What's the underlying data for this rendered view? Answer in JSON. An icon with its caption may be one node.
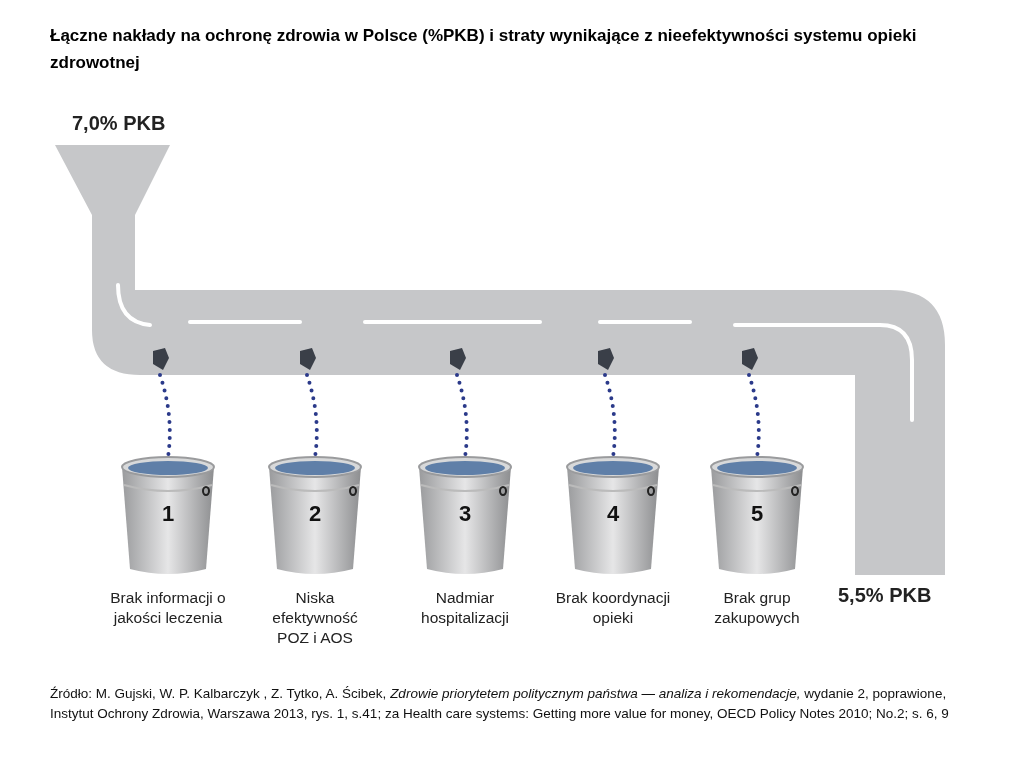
{
  "diagram": {
    "title": "Łączne nakłady na ochronę zdrowia w Polsce (%PKB) i straty wynikające z nieefektywności systemu opieki zdrowotnej",
    "caption": "Źródło: M. Gujski, W. P. Kalbarczyk , Z. Tytko, A. Ścibek, *Zdrowie priorytetem politycznym państwa — analiza i rekomendacje,* wydanie 2, poprawione, Instytut Ochrony Zdrowia, Warszawa 2013, rys. 1, s.41; za Health care systems: Getting more value for money, OECD Policy Notes 2010; No.2; s. 6, 9",
    "nodes": [
      {
        "text": [],
        "shape": "pipe",
        "beside": [
          "7,0% PKB",
          "5,5% PKB"
        ]
      },
      {
        "text": [
          "1"
        ],
        "beside": [
          "Brak informacji o jakości leczenia"
        ]
      },
      {
        "text": [
          "2"
        ],
        "beside": [
          "Niska efektywność POZ i AOS"
        ]
      },
      {
        "text": [
          "3"
        ],
        "beside": [
          "Nadmiar hospitalizacji"
        ]
      },
      {
        "text": [
          "4"
        ],
        "beside": [
          "Brak koordynacji opieki"
        ]
      },
      {
        "text": [
          "5"
        ],
        "beside": [
          "Brak grup zakupowych"
        ]
      }
    ],
    "edges": [
      {
        "from": 0,
        "to": 1,
        "arrow": "none",
        "style": "dashed"
      },
      {
        "from": 0,
        "to": 2,
        "arrow": "none",
        "style": "dashed"
      },
      {
        "from": 0,
        "to": 3,
        "arrow": "none",
        "style": "dashed"
      },
      {
        "from": 0,
        "to": 4,
        "arrow": "none",
        "style": "dashed"
      },
      {
        "from": 0,
        "to": 5,
        "arrow": "none",
        "style": "dashed"
      }
    ]
  }
}
